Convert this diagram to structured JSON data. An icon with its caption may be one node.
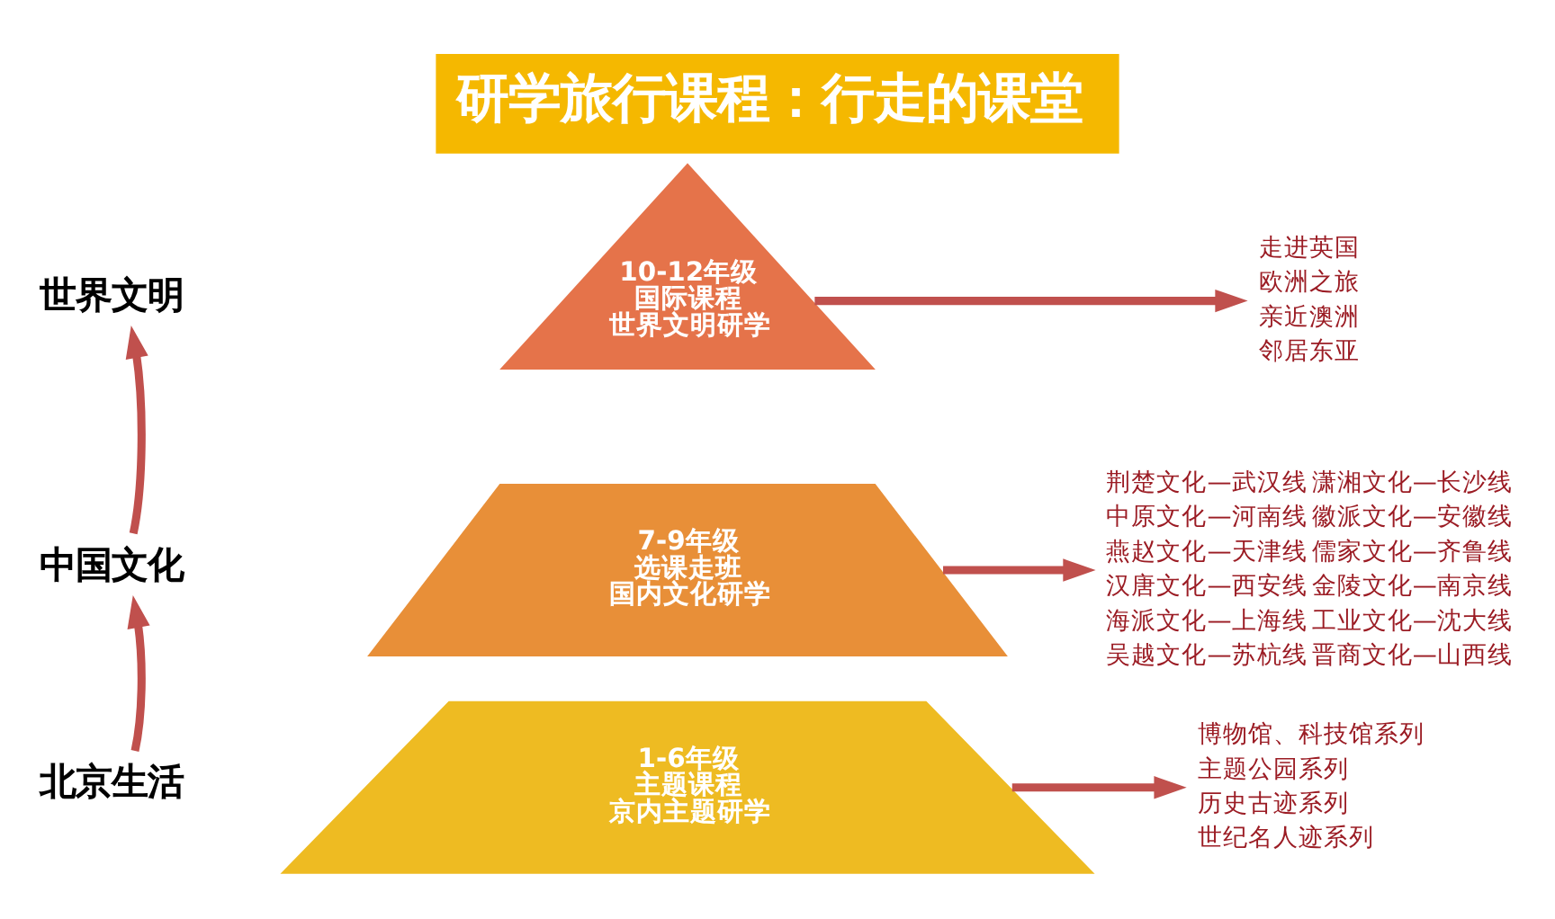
{
  "diagram": {
    "title": "研学旅行课程：行走的课堂",
    "nodes": [
      {
        "text": [
          "世界文明"
        ]
      },
      {
        "text": [
          "10-12年级",
          "国际课程",
          "世界文明研学"
        ]
      },
      {
        "text": [
          "走进英国",
          "欧洲之旅",
          "亲近澳洲",
          "邻居东亚"
        ]
      },
      {
        "text": [
          "中国文化"
        ]
      },
      {
        "text": [
          "7-9年级",
          "选课走班",
          "国内文化研学"
        ]
      },
      {
        "text": [
          "荆楚文化—武汉线",
          "中原文化—河南线",
          "燕赵文化—天津线",
          "汉唐文化—西安线",
          "海派文化—上海线",
          "吴越文化—苏杭线",
          "潇湘文化—长沙线",
          "徽派文化—安徽线",
          "儒家文化—齐鲁线",
          "金陵文化—南京线",
          "工业文化—沈大线",
          "晋商文化—山西线"
        ]
      },
      {
        "text": [
          "北京生活"
        ]
      },
      {
        "text": [
          "1-6年级",
          "主题课程",
          "京内主题研学"
        ]
      },
      {
        "text": [
          "博物馆、科技馆系列",
          "主题公园系列",
          "历史古迹系列",
          "世纪名人迹系列"
        ]
      }
    ],
    "edges": [
      {
        "from": 1,
        "to": 2,
        "arrow": "to"
      },
      {
        "from": 4,
        "to": 5,
        "arrow": "to"
      },
      {
        "from": 7,
        "to": 8,
        "arrow": "to"
      },
      {
        "from": 6,
        "to": 3,
        "arrow": "to"
      },
      {
        "from": 3,
        "to": 0,
        "arrow": "to"
      }
    ]
  }
}
